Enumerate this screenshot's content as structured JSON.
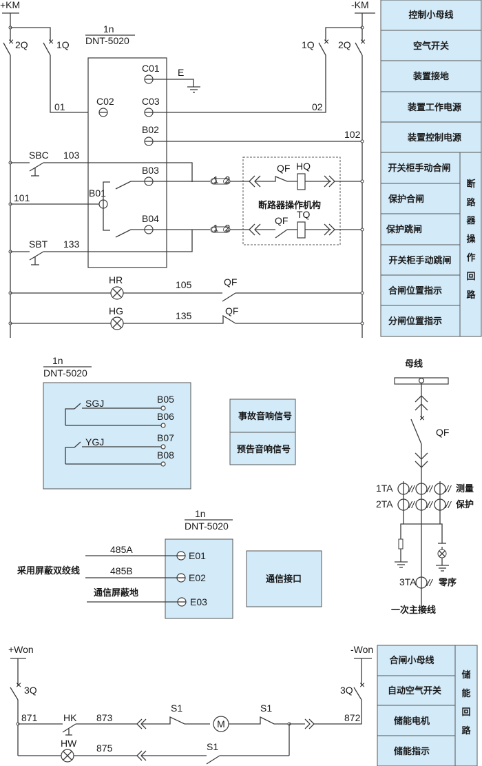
{
  "top_circuit": {
    "bus_pos": "+KM",
    "bus_neg": "-KM",
    "device_label_num": "1n",
    "device_label_model": "DNT-5020",
    "switches": {
      "left_outer": "2Q",
      "left_inner": "1Q",
      "right_inner": "1Q",
      "right_outer": "2Q"
    },
    "terminals": {
      "c01": "C01",
      "c02": "C02",
      "c03": "C03",
      "b02": "B02",
      "b03": "B03",
      "b01": "B01",
      "b04": "B04"
    },
    "ground_label": "E",
    "wire_numbers": {
      "w01": "01",
      "w02": "02",
      "w102": "102",
      "w103": "103",
      "w101": "101",
      "w133": "133",
      "w105": "105",
      "w135": "135"
    },
    "buttons": {
      "close": "SBC",
      "trip": "SBT"
    },
    "mechanism": {
      "qf_top": "QF",
      "hq": "HQ",
      "qf_bottom": "QF",
      "tq": "TQ",
      "title": "断路器操作机构"
    },
    "plug_marks": {
      "a": "1",
      "b": "2"
    },
    "lamps": {
      "red": "HR",
      "green": "HG"
    },
    "aux_contacts": {
      "qf_red": "QF",
      "qf_green": "QF"
    }
  },
  "right_legend": {
    "rows": [
      "控制小母线",
      "空气开关",
      "装置接地",
      "装置工作电源",
      "装置控制电源"
    ],
    "group": {
      "rows": [
        "开关柜手动合闸",
        "保护合闸",
        "保护跳闸",
        "开关柜手动跳闸",
        "合闸位置指示",
        "分闸位置指示"
      ],
      "title_chars": [
        "断",
        "路",
        "器",
        "操",
        "作",
        "回",
        "路"
      ]
    }
  },
  "signal_panel": {
    "device_label_num": "1n",
    "device_label_model": "DNT-5020",
    "relays": [
      {
        "name": "SGJ",
        "t1": "B05",
        "t2": "B06"
      },
      {
        "name": "YGJ",
        "t1": "B07",
        "t2": "B08"
      }
    ],
    "legend": [
      "事故音响信号",
      "预告音响信号"
    ]
  },
  "primary": {
    "busbar_label": "母线",
    "breaker": "QF",
    "ct": [
      {
        "name": "1TA",
        "purpose": "测量"
      },
      {
        "name": "2TA",
        "purpose": "保护"
      },
      {
        "name": "3TA",
        "purpose": "零序"
      }
    ],
    "caption": "一次主接线"
  },
  "comm": {
    "device_label_num": "1n",
    "device_label_model": "DNT-5020",
    "cable_note": "采用屏蔽双绞线",
    "lines": [
      {
        "label": "485A",
        "terminal": "E01"
      },
      {
        "label": "485B",
        "terminal": "E02"
      },
      {
        "label": "通信屏蔽地",
        "terminal": "E03"
      }
    ],
    "legend": "通信接口"
  },
  "storage_circuit": {
    "bus_pos": "+Won",
    "bus_neg": "-Won",
    "switch_left": "3Q",
    "switch_right": "3Q",
    "wire_numbers": {
      "w871": "871",
      "w873": "873",
      "w875": "875",
      "w872": "872"
    },
    "hk": "HK",
    "hw": "HW",
    "s1_top": "S1",
    "s1_right": "S1",
    "s1_bottom": "S1",
    "motor": "M"
  },
  "storage_legend": {
    "rows": [
      "合闸小母线",
      "自动空气开关",
      "储能电机",
      "储能指示"
    ],
    "title_chars": [
      "储",
      "能",
      "回",
      "路"
    ]
  }
}
